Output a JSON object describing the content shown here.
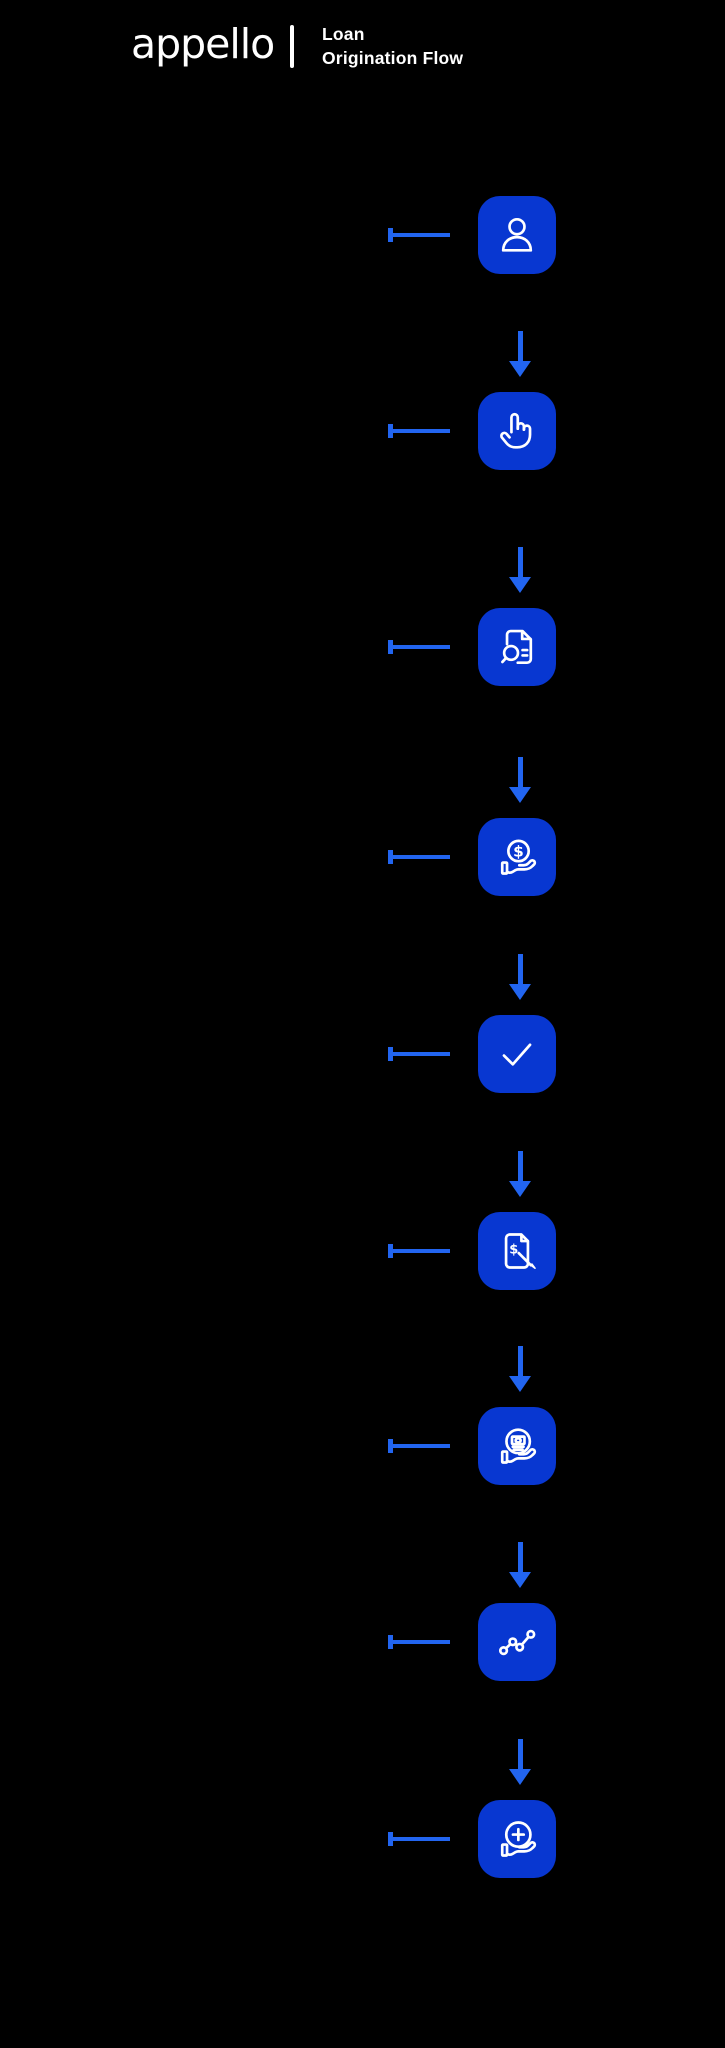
{
  "header": {
    "logo_text": "appello",
    "title_line1": "Loan",
    "title_line2": "Origination Flow"
  },
  "flow": {
    "steps": [
      {
        "icon": "user-icon"
      },
      {
        "icon": "tap-pointer-icon"
      },
      {
        "icon": "document-search-icon"
      },
      {
        "icon": "hand-coin-dollar-icon"
      },
      {
        "icon": "checkmark-icon"
      },
      {
        "icon": "document-sign-dollar-icon"
      },
      {
        "icon": "hand-cash-icon"
      },
      {
        "icon": "trend-chart-icon"
      },
      {
        "icon": "hand-circle-plus-icon"
      }
    ]
  },
  "colors": {
    "background": "#000000",
    "tile_blue": "#0837D1",
    "connector_blue": "#2265F0",
    "icon_white": "#FFFFFF"
  }
}
